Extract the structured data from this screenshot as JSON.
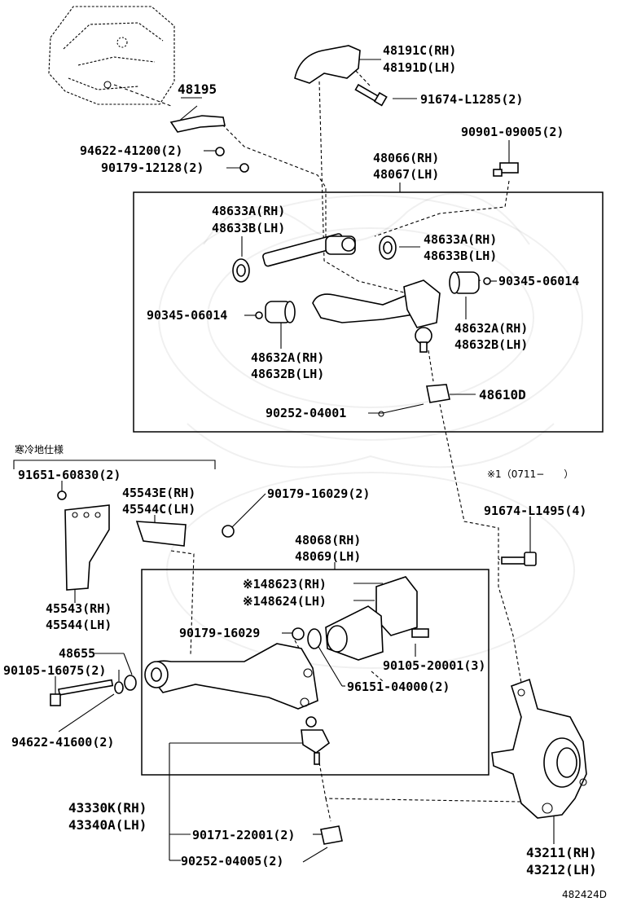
{
  "diagram_code": "482424D",
  "cold_area_spec": "寒冷地仕様",
  "note_marker": "※1（0711−　　）",
  "labels": {
    "p48191c": "48191C(RH)",
    "p48191d": "48191D(LH)",
    "p91674_l1285": "91674-L1285(2)",
    "p48195": "48195",
    "p94622_41200": "94622-41200(2)",
    "p90179_12128": "90179-12128(2)",
    "p90901_09005": "90901-09005(2)",
    "p48066": "48066(RH)",
    "p48067": "48067(LH)",
    "p48633a_left": "48633A(RH)",
    "p48633b_left": "48633B(LH)",
    "p48633a_right": "48633A(RH)",
    "p48633b_right": "48633B(LH)",
    "p90345_right": "90345-06014",
    "p90345_left": "90345-06014",
    "p48632a_right": "48632A(RH)",
    "p48632b_right": "48632B(LH)",
    "p48632a_left": "48632A(RH)",
    "p48632b_left": "48632B(LH)",
    "p48610d": "48610D",
    "p90252_04001": "90252-04001",
    "p91651_60830": "91651-60830(2)",
    "p45543e": "45543E(RH)",
    "p45544c": "45544C(LH)",
    "p90179_16029_top": "90179-16029(2)",
    "p91674_l1495": "91674-L1495(4)",
    "p48068": "48068(RH)",
    "p48069": "48069(LH)",
    "p48623": "※148623(RH)",
    "p48624": "※148624(LH)",
    "p45543": "45543(RH)",
    "p45544": "45544(LH)",
    "p90179_16029_mid": "90179-16029",
    "p48655": "48655",
    "p90105_16075": "90105-16075(2)",
    "p90105_20001": "90105-20001(3)",
    "p96151_04000": "96151-04000(2)",
    "p94622_41600": "94622-41600(2)",
    "p43330k": "43330K(RH)",
    "p43340a": "43340A(LH)",
    "p90171_22001": "90171-22001(2)",
    "p90252_04005": "90252-04005(2)",
    "p43211": "43211(RH)",
    "p43212": "43212(LH)"
  }
}
